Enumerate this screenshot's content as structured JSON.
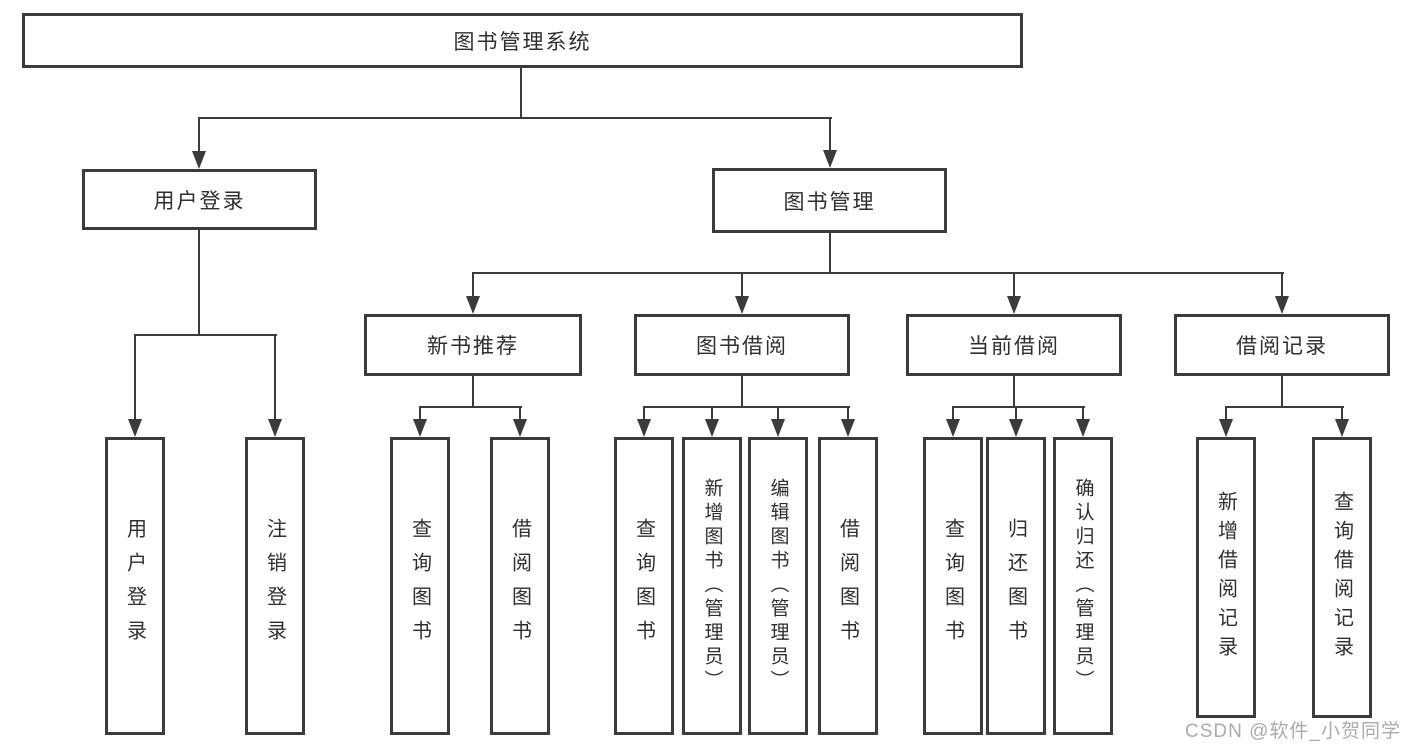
{
  "root": "图书管理系统",
  "userLogin": {
    "label": "用户登录",
    "children": [
      "用户登录",
      "注销登录"
    ]
  },
  "bookMgmt": {
    "label": "图书管理"
  },
  "newBooks": {
    "label": "新书推荐",
    "children": [
      "查询图书",
      "借阅图书"
    ]
  },
  "borrow": {
    "label": "图书借阅",
    "children": [
      "查询图书",
      "新增图书（管理员）",
      "编辑图书（管理员）",
      "借阅图书"
    ]
  },
  "current": {
    "label": "当前借阅",
    "children": [
      "查询图书",
      "归还图书",
      "确认归还（管理员）"
    ]
  },
  "records": {
    "label": "借阅记录",
    "children": [
      "新增借阅记录",
      "查询借阅记录"
    ]
  },
  "watermark": "CSDN @软件_小贺同学",
  "colors": {
    "line": "#3b3b3b",
    "text": "#2f2f2f",
    "background": "#ffffff",
    "watermark": "#ababab"
  }
}
